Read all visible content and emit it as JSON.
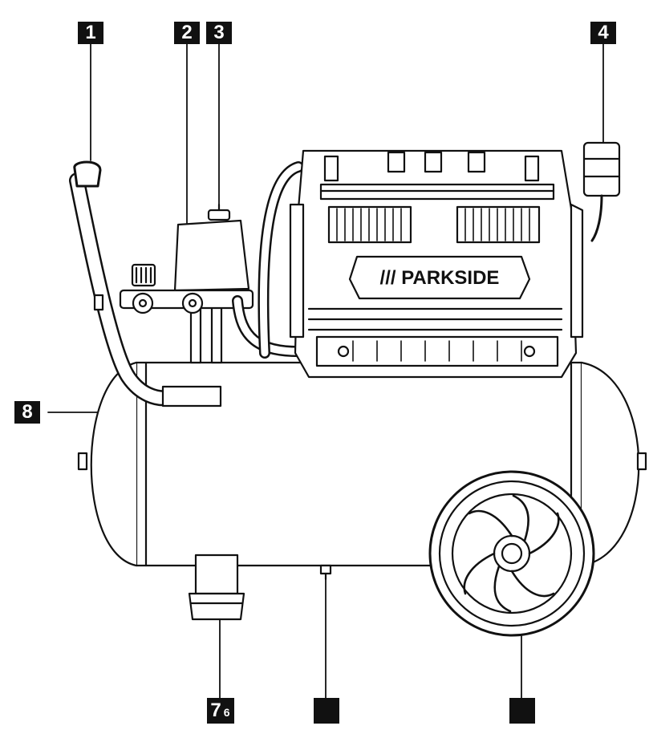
{
  "brand": "/// PARKSIDE",
  "callouts": {
    "c1": "1",
    "c2": "2",
    "c3": "3",
    "c4": "4",
    "c7": "7",
    "c6": "6",
    "c8": "8",
    "c_drain": "",
    "c_wheel": ""
  },
  "colors": {
    "line": "#111111",
    "background": "#ffffff",
    "callout_bg": "#111111",
    "callout_text": "#ffffff"
  }
}
